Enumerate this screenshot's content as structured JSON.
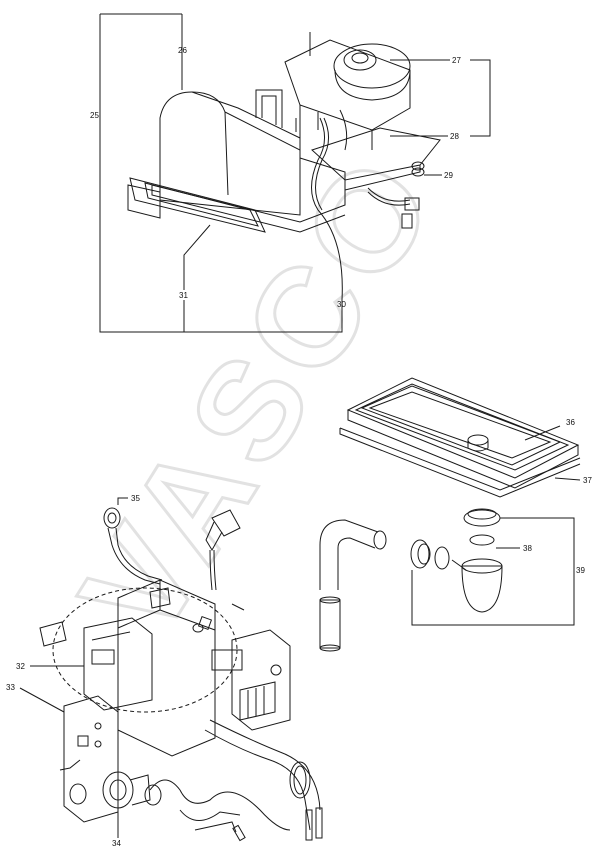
{
  "watermark": "VASCO",
  "callouts": {
    "c25": "25",
    "c26": "26",
    "c27": "27",
    "c28": "28",
    "c29": "29",
    "c30": "30",
    "c31": "31",
    "c32": "32",
    "c33": "33",
    "c34": "34",
    "c35": "35",
    "c36": "36",
    "c37": "37",
    "c38": "38",
    "c39": "39"
  },
  "colors": {
    "line": "#1a1a1a",
    "watermark": "#e6e6e6"
  }
}
